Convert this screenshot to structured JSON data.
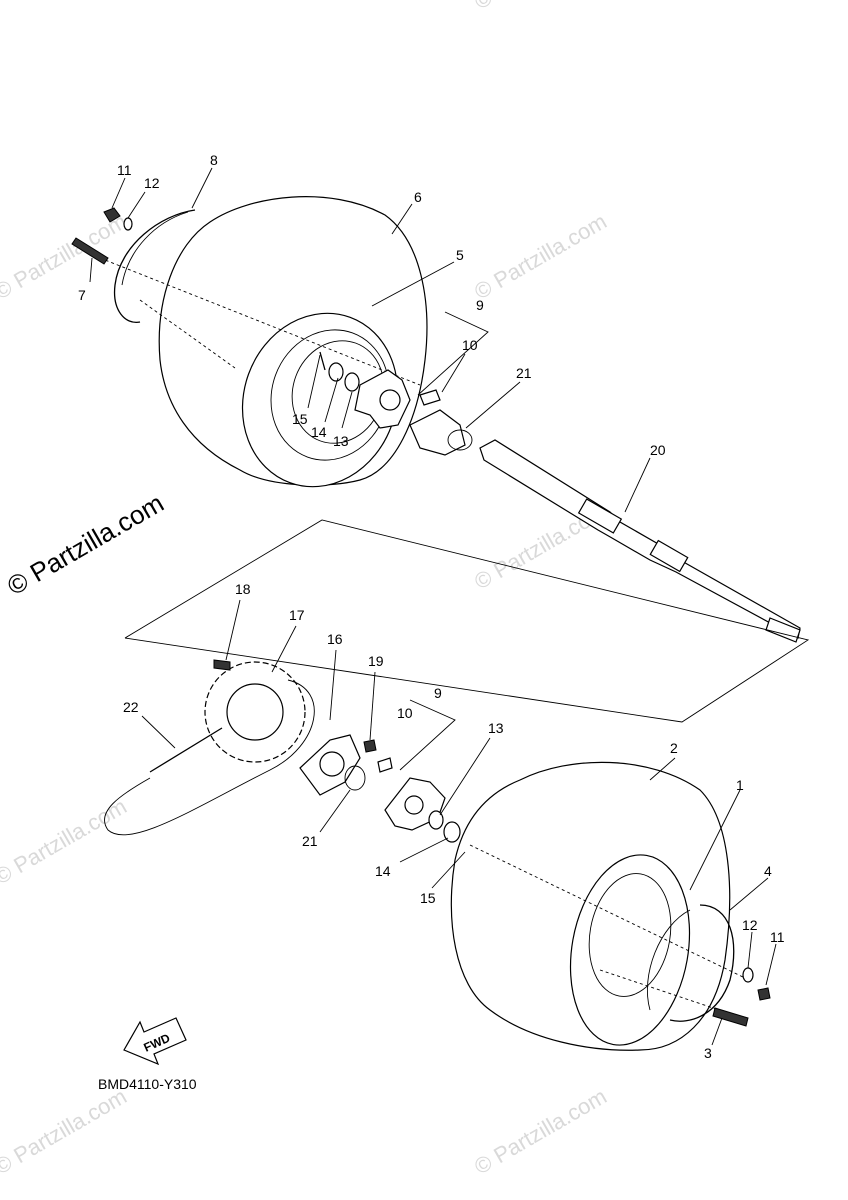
{
  "diagram": {
    "code": "BMD4110-Y310",
    "fwd_label": "FWD",
    "watermark": "© Partzilla.com",
    "callouts": {
      "c1": "1",
      "c2": "2",
      "c3": "3",
      "c4": "4",
      "c5": "5",
      "c6": "6",
      "c7": "7",
      "c8": "8",
      "c9a": "9",
      "c9b": "9",
      "c10a": "10",
      "c10b": "10",
      "c11a": "11",
      "c11b": "11",
      "c12a": "12",
      "c12b": "12",
      "c13a": "13",
      "c13b": "13",
      "c14a": "14",
      "c14b": "14",
      "c15a": "15",
      "c15b": "15",
      "c16": "16",
      "c17": "17",
      "c18": "18",
      "c19": "19",
      "c20": "20",
      "c21a": "21",
      "c21b": "21",
      "c22": "22"
    }
  }
}
